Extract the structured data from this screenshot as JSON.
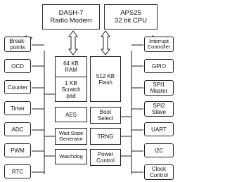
{
  "top": {
    "modem": [
      "DASH-7",
      "Radio Modem"
    ],
    "cpu": [
      "APS25",
      "32 bit CPU"
    ]
  },
  "left": [
    "Break-",
    "points",
    "OCD",
    "Counter",
    "Timer",
    "ADC",
    "PWM",
    "RTC"
  ],
  "right": [
    "Interrupt",
    "Controller",
    "GPIO",
    "SPI1",
    "Master",
    "SPI2",
    "Slave",
    "UART",
    "I2C",
    "Clock",
    "Control"
  ],
  "center": {
    "ram": [
      "64 KB",
      "RAM"
    ],
    "scratch": [
      "1 KB",
      "Scratch",
      "pad"
    ],
    "flash": [
      "512 KB",
      "Flash"
    ],
    "aes": "AES",
    "waitstate": [
      "Wait State",
      "Generator"
    ],
    "watchdog": "Watchdog",
    "boot": [
      "Boot",
      "Select"
    ],
    "trng": "TRNG",
    "power": [
      "Power",
      "Control"
    ]
  }
}
